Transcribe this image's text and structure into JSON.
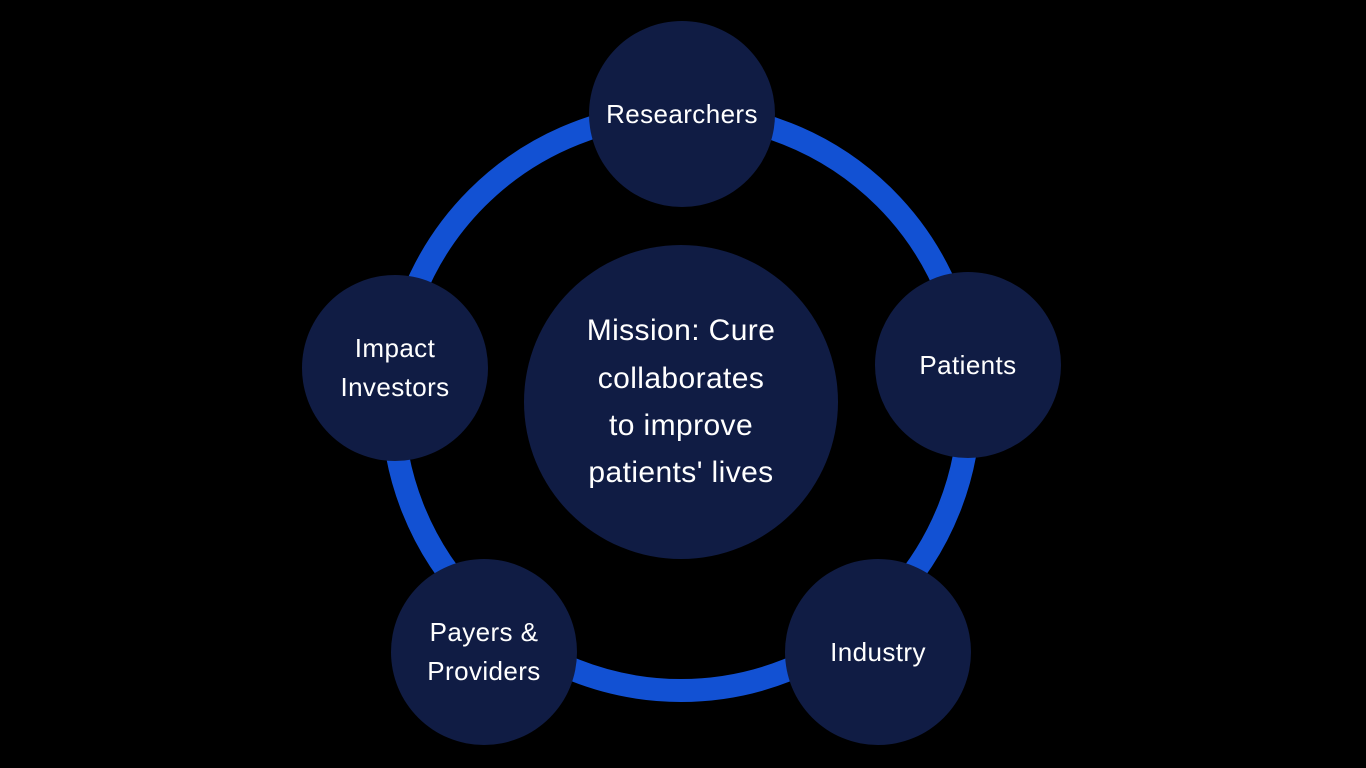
{
  "diagram": {
    "title": "Mission: Cure stakeholder collaboration diagram",
    "colors": {
      "background": "#000000",
      "node_fill": "#101c44",
      "ring": "#1251d3",
      "text": "#ffffff"
    },
    "center": {
      "label_lines": [
        "Mission: Cure",
        "collaborates",
        "to improve",
        "patients' lives"
      ]
    },
    "nodes": [
      {
        "id": "researchers",
        "label_lines": [
          "Researchers"
        ]
      },
      {
        "id": "impact-investors",
        "label_lines": [
          "Impact",
          "Investors"
        ]
      },
      {
        "id": "patients",
        "label_lines": [
          "Patients"
        ]
      },
      {
        "id": "payers-providers",
        "label_lines": [
          "Payers &",
          "Providers"
        ]
      },
      {
        "id": "industry",
        "label_lines": [
          "Industry"
        ]
      }
    ]
  }
}
